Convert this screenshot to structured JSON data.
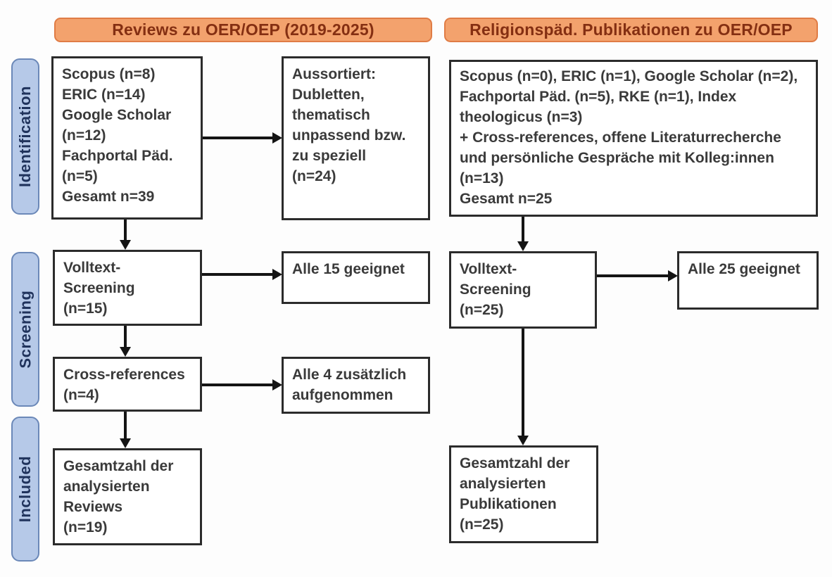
{
  "headers": {
    "left": "Reviews zu OER/OEP (2019-2025)",
    "right": "Religionspäd. Publikationen zu OER/OEP"
  },
  "stages": [
    {
      "label": "Identification"
    },
    {
      "label": "Screening"
    },
    {
      "label": "Included"
    }
  ],
  "left_column": {
    "sources": "Scopus (n=8)\nERIC (n=14)\nGoogle Scholar\n(n=12)\nFachportal Päd.\n(n=5)\nGesamt n=39",
    "excluded": "Aussortiert:\nDubletten,\nthematisch\nunpassend bzw.\nzu speziell\n(n=24)",
    "fulltext": "Volltext-\nScreening\n(n=15)",
    "fulltext_result": "Alle 15 geeignet",
    "crossref": "Cross-references\n(n=4)",
    "crossref_result": "Alle 4 zusätzlich\naufgenommen",
    "included": "Gesamtzahl der\nanalysierten\nReviews\n(n=19)"
  },
  "right_column": {
    "sources": "Scopus (n=0), ERIC (n=1), Google Scholar (n=2),\nFachportal Päd. (n=5), RKE (n=1), Index\ntheologicus (n=3)\n+ Cross-references, offene Literaturrecherche\nund persönliche Gespräche mit Kolleg:innen\n(n=13)\nGesamt n=25",
    "fulltext": "Volltext-\nScreening\n(n=25)",
    "fulltext_result": "Alle 25 geeignet",
    "included": "Gesamtzahl der\nanalysierten\nPublikationen\n(n=25)"
  },
  "colors": {
    "header_fill": "#f3a26d",
    "header_border": "#e07c45",
    "header_text": "#842f12",
    "stage_fill": "#b6c9e8",
    "stage_border": "#6b88b8",
    "stage_text": "#20335c",
    "box_border": "#2b2b2b",
    "box_text": "#3a3a3a",
    "arrow": "#141414"
  }
}
